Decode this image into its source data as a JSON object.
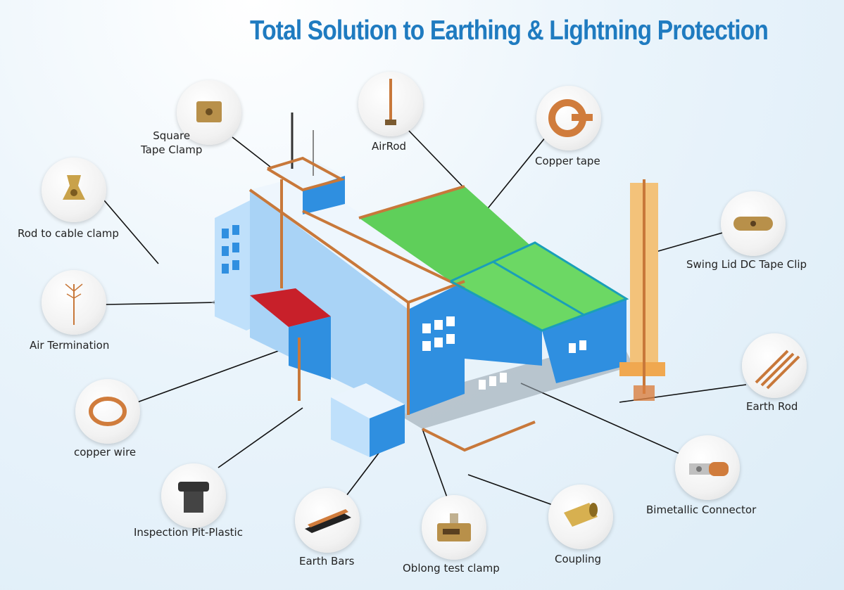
{
  "title": "Total Solution to Earthing & Lightning Protection",
  "colors": {
    "title": "#1f7bc0",
    "copper": "#c8783a",
    "roof_green": "#5fcf5a",
    "building_blue": "#2f8fe0",
    "canopy_red": "#c8202a"
  },
  "components": [
    {
      "id": "square-tape-clamp",
      "label_lines": [
        "Square",
        "Tape Clamp"
      ],
      "icon": "square-tape-clamp-icon"
    },
    {
      "id": "air-rod",
      "label": "AirRod",
      "icon": "air-rod-icon"
    },
    {
      "id": "copper-tape",
      "label": "Copper tape",
      "icon": "copper-tape-icon"
    },
    {
      "id": "rod-to-cable-clamp",
      "label": "Rod to cable clamp",
      "icon": "rod-to-cable-clamp-icon"
    },
    {
      "id": "swing-lid-dc-tape-clip",
      "label": "Swing Lid DC Tape Clip",
      "icon": "tape-clip-icon"
    },
    {
      "id": "air-termination",
      "label": "Air Termination",
      "icon": "air-termination-icon"
    },
    {
      "id": "earth-rod",
      "label": "Earth Rod",
      "icon": "earth-rod-icon"
    },
    {
      "id": "copper-wire",
      "label": "copper wire",
      "icon": "copper-wire-icon"
    },
    {
      "id": "inspection-pit-plastic",
      "label": "Inspection Pit-Plastic",
      "icon": "inspection-pit-icon"
    },
    {
      "id": "earth-bars",
      "label": "Earth Bars",
      "icon": "earth-bar-icon"
    },
    {
      "id": "oblong-test-clamp",
      "label": "Oblong test clamp",
      "icon": "test-clamp-icon"
    },
    {
      "id": "coupling",
      "label": "Coupling",
      "icon": "coupling-icon"
    },
    {
      "id": "bimetallic-connector",
      "label": "Bimetallic Connector",
      "icon": "bimetallic-connector-icon"
    }
  ]
}
